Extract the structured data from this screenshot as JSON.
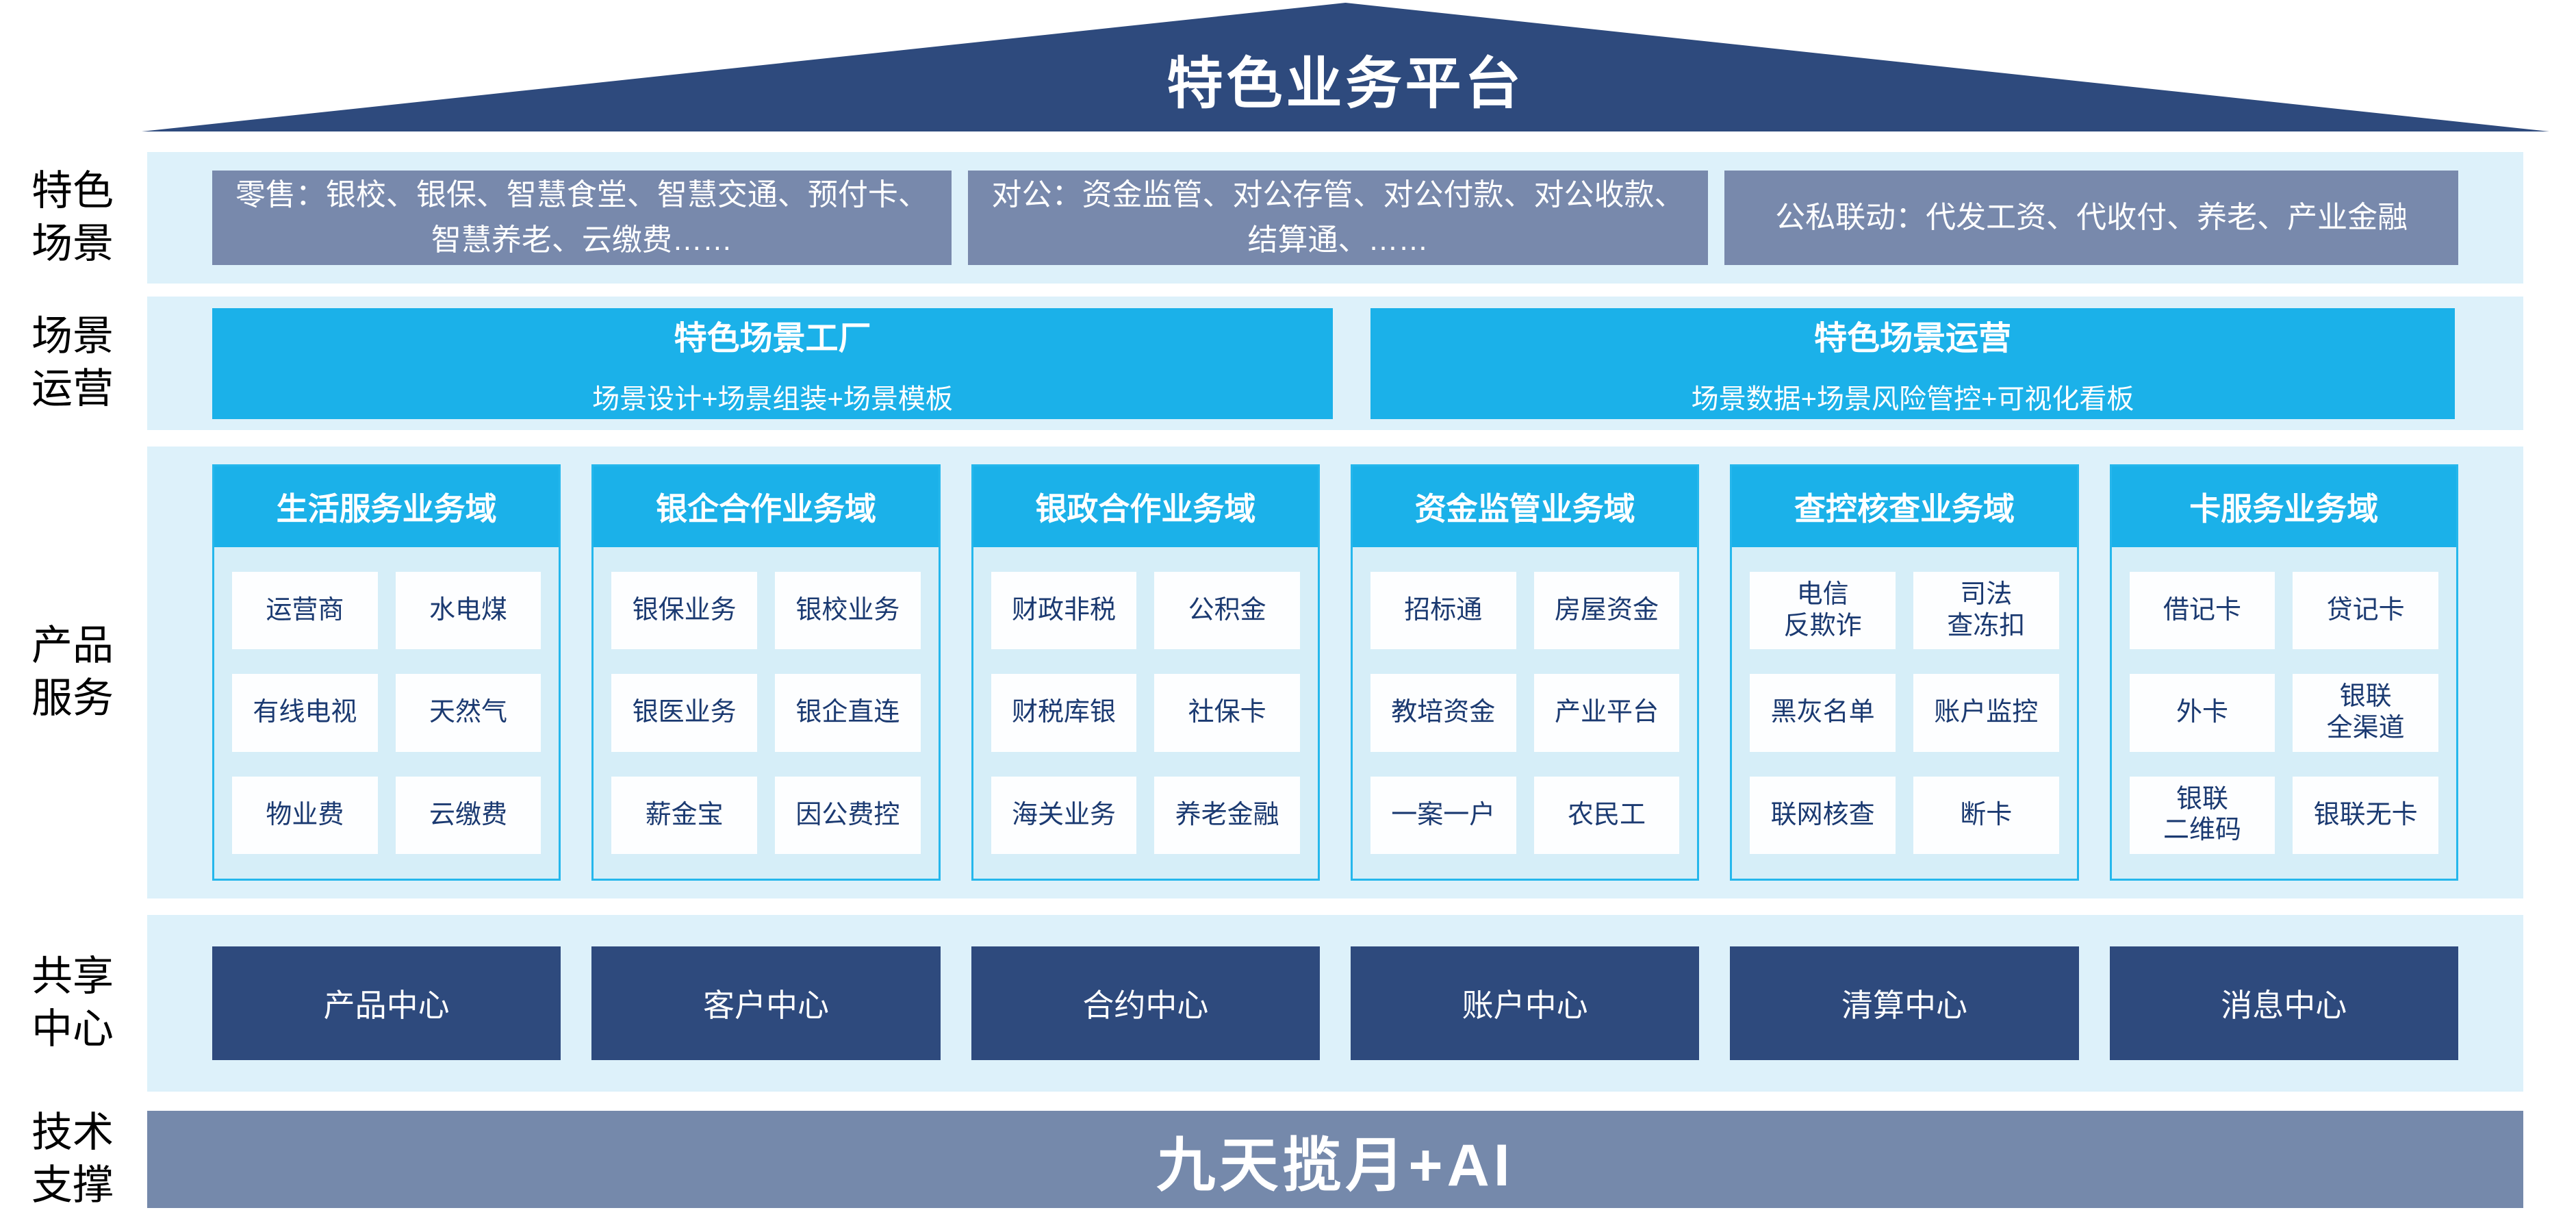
{
  "roof": {
    "title": "特色业务平台"
  },
  "side_labels": {
    "scenes": "特色\n场景",
    "operations": "场景\n运营",
    "products": "产品\n服务",
    "shared": "共享\n中心",
    "tech": "技术\n支撑"
  },
  "scenes": {
    "retail": "零售：银校、银保、智慧食堂、智慧交通、预付卡、智慧养老、云缴费……",
    "corporate": "对公：资金监管、对公存管、对公付款、对公收款、结算通、……",
    "linkage": "公私联动：代发工资、代收付、养老、产业金融"
  },
  "operations": {
    "factory": {
      "title": "特色场景工厂",
      "subtitle": "场景设计+场景组装+场景模板"
    },
    "operation": {
      "title": "特色场景运营",
      "subtitle": "场景数据+场景风险管控+可视化看板"
    }
  },
  "products": {
    "columns": [
      {
        "header": "生活服务业务域",
        "cells": [
          "运营商",
          "水电煤",
          "有线电视",
          "天然气",
          "物业费",
          "云缴费"
        ]
      },
      {
        "header": "银企合作业务域",
        "cells": [
          "银保业务",
          "银校业务",
          "银医业务",
          "银企直连",
          "薪金宝",
          "因公费控"
        ]
      },
      {
        "header": "银政合作业务域",
        "cells": [
          "财政非税",
          "公积金",
          "财税库银",
          "社保卡",
          "海关业务",
          "养老金融"
        ]
      },
      {
        "header": "资金监管业务域",
        "cells": [
          "招标通",
          "房屋资金",
          "教培资金",
          "产业平台",
          "一案一户",
          "农民工"
        ]
      },
      {
        "header": "查控核查业务域",
        "cells": [
          "电信\n反欺诈",
          "司法\n查冻扣",
          "黑灰名单",
          "账户监控",
          "联网核查",
          "断卡"
        ]
      },
      {
        "header": "卡服务业务域",
        "cells": [
          "借记卡",
          "贷记卡",
          "外卡",
          "银联\n全渠道",
          "银联\n二维码",
          "银联无卡"
        ]
      }
    ]
  },
  "shared_centers": [
    "产品中心",
    "客户中心",
    "合约中心",
    "账户中心",
    "清算中心",
    "消息中心"
  ],
  "tech": {
    "bar": "九天揽月+AI"
  },
  "colors": {
    "navy": "#2e4a7d",
    "slate": "#7889ac",
    "cyan": "#1bb1e9",
    "band_blue": "#ddf1fa",
    "column_body_blue": "#d6eef8",
    "cell_text_navy": "#1b3a71"
  }
}
